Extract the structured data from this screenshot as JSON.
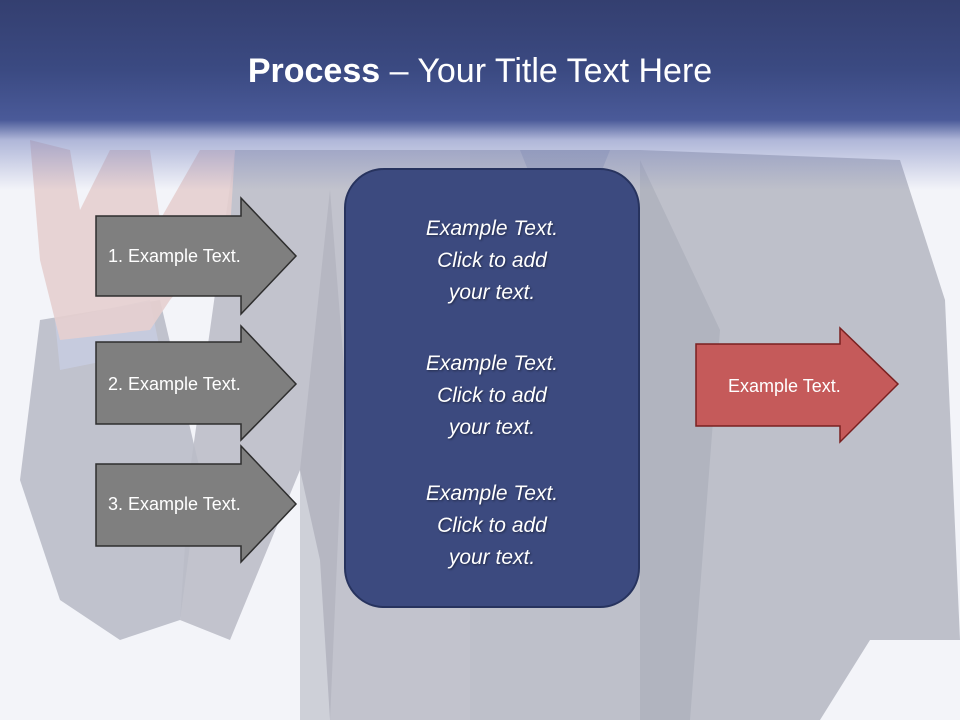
{
  "slide": {
    "title_bold": "Process",
    "title_rest": " – Your Title Text Here"
  },
  "left_arrows": [
    {
      "label": "1. Example Text."
    },
    {
      "label": "2. Example Text."
    },
    {
      "label": "3. Example Text."
    }
  ],
  "center_box": {
    "blocks": [
      {
        "lines": [
          "Example Text.",
          "Click  to add",
          "your text."
        ]
      },
      {
        "lines": [
          "Example Text.",
          "Click  to add",
          "your text."
        ]
      },
      {
        "lines": [
          "Example Text.",
          "Click  to add",
          "your text."
        ]
      }
    ]
  },
  "right_arrow": {
    "label": "Example Text."
  },
  "colors": {
    "title_band": "#3b4a82",
    "center_box": "#3c4a7f",
    "gray_arrow": "#7f7f7f",
    "red_arrow": "#c55a5a"
  }
}
